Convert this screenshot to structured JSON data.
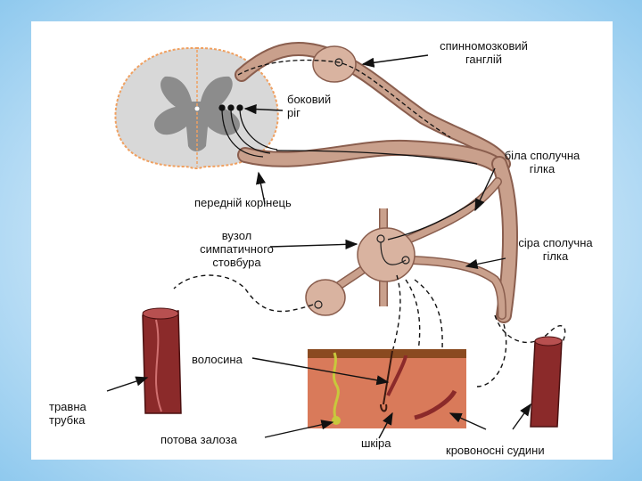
{
  "labels": {
    "spinal_ganglion": [
      "спинномозковий",
      "ганглій"
    ],
    "lateral_horn": [
      "боковий",
      "ріг"
    ],
    "white_ramus": [
      "біла сполучна",
      "гілка"
    ],
    "anterior_root": "передній корінець",
    "trunk_node": [
      "вузол",
      "симпатичного",
      "стовбура"
    ],
    "gray_ramus": [
      "сіра сполучна",
      "гілка"
    ],
    "hair": "волосина",
    "digestive_tube": [
      "травна",
      "трубка"
    ],
    "sweat_gland": "потова залоза",
    "skin": "шкіра",
    "blood_vessels": "кровоносні судини"
  },
  "colors": {
    "nerve": "#c9a08c",
    "nerve_edge": "#8a5e4e",
    "ganglion": "#d9b3a0",
    "gray_matter": "#8c8c8c",
    "cord": "#d8d8d8",
    "tube": "#8b2a2a",
    "skin": "#d97a5a",
    "gland": "#c8c83c"
  }
}
